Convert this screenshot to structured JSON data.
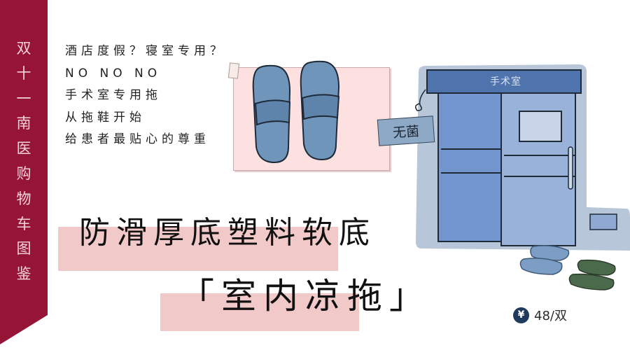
{
  "banner": {
    "chars": [
      "双",
      "十",
      "一",
      "南",
      "医",
      "购",
      "物",
      "车",
      "图",
      "鉴"
    ],
    "color": "#961536",
    "text_color": "#f6d3da"
  },
  "intro": {
    "lines": [
      "酒店度假？寝室专用？",
      "NO NO NO",
      "手术室专用拖",
      "从拖鞋开始",
      "给患者最贴心的尊重"
    ]
  },
  "headline": {
    "line1": "防滑厚底塑料软底",
    "line2": "「室内凉拖」",
    "highlight_color": "#f2c9c9"
  },
  "illustration": {
    "sign_label": "无菌",
    "door_header_label": "手术室",
    "slipper_color": "#6f93b8",
    "door_color": "#7e9fd0",
    "wall_color": "#b8c6d9",
    "green_slipper_color": "#4b6a4c"
  },
  "price": {
    "icon": "yen-icon",
    "symbol": "¥",
    "text": "48/双"
  }
}
